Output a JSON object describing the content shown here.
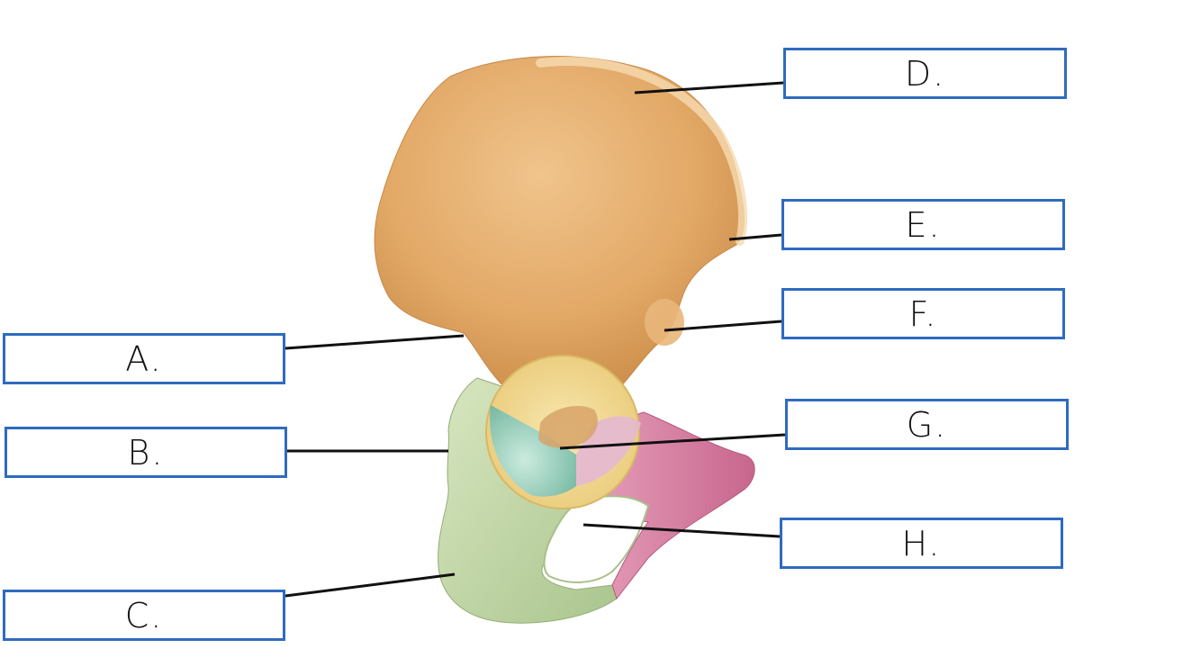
{
  "labels": {
    "a": "A.",
    "b": "B.",
    "c": "C.",
    "d": "D.",
    "e": "E.",
    "f": "F.",
    "g": "G.",
    "h": "H."
  },
  "colors": {
    "ilium": "#e2a866",
    "ischium": "#c9dcae",
    "pubis": "#d98aa8",
    "acetabulum_upper": "#f1dc92",
    "acetabulum_lower": "#9fd3c4",
    "box_border": "#2f6bbf",
    "leader_line": "#111111"
  }
}
